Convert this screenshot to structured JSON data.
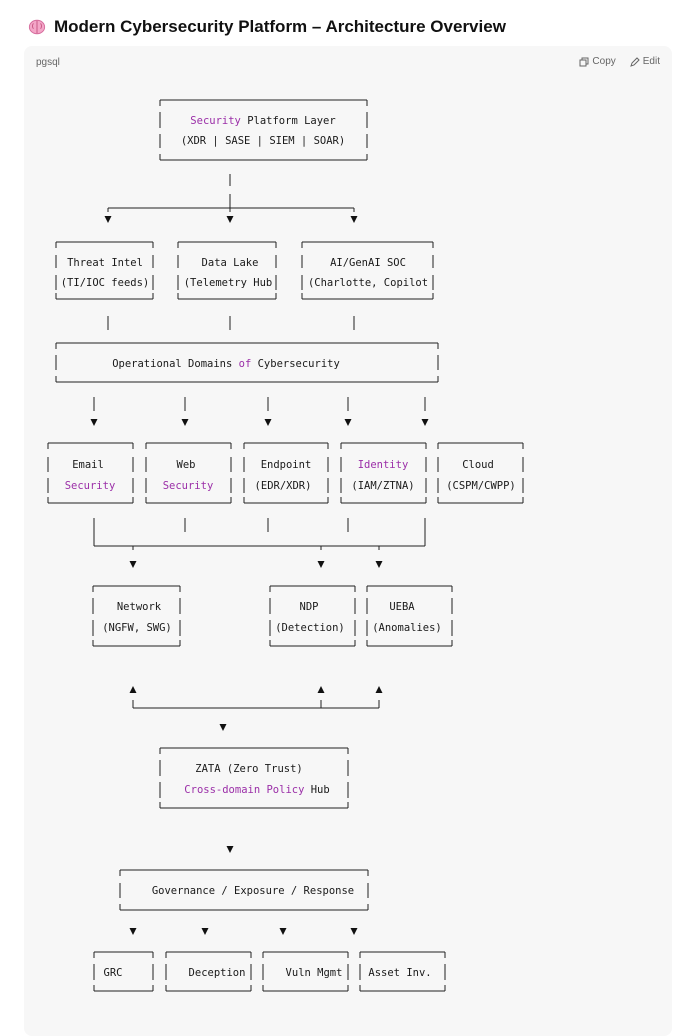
{
  "title": "Modern Cybersecurity Platform – Architecture Overview",
  "code_block": {
    "language": "pgsql",
    "copy_label": "Copy",
    "edit_label": "Edit"
  },
  "icons": {
    "title": "brain-icon",
    "copy": "copy-icon",
    "edit": "edit-icon"
  },
  "colors": {
    "keyword": "#9b2fa8",
    "text": "#1a1a1a",
    "code_background": "#f7f7f7"
  },
  "diagram": {
    "platform": {
      "line1_kw": "Security",
      "line1_rest": " Platform Layer",
      "line2": "(XDR | SASE | SIEM | SOAR)"
    },
    "pillars": [
      {
        "line1": "Threat Intel",
        "line2": "(TI/IOC feeds)"
      },
      {
        "line1": "Data Lake",
        "line2": "(Telemetry Hub"
      },
      {
        "line1": "AI/GenAI SOC",
        "line2": "(Charlotte, Copilot"
      }
    ],
    "operational": {
      "pre": "Operational Domains ",
      "kw": "of",
      "post": " Cybersecurity"
    },
    "domains": [
      {
        "line1": "Email",
        "line2": "Security",
        "line1_kw": false,
        "line2_kw": true
      },
      {
        "line1": "Web",
        "line2": "Security",
        "line1_kw": false,
        "line2_kw": true
      },
      {
        "line1": "Endpoint",
        "line2": "(EDR/XDR)",
        "line1_kw": false,
        "line2_kw": false
      },
      {
        "line1": "Identity",
        "line2": "(IAM/ZTNA)",
        "line1_kw": true,
        "line2_kw": false
      },
      {
        "line1": "Cloud",
        "line2": "(CSPM/CWPP)",
        "line1_kw": false,
        "line2_kw": false
      }
    ],
    "sub_domains": [
      {
        "line1": "Network",
        "line2": "(NGFW, SWG)"
      },
      {
        "line1": "NDP",
        "line2": "(Detection)"
      },
      {
        "line1": "UEBA",
        "line2": "(Anomalies)"
      }
    ],
    "zata": {
      "line1": "ZATA (Zero Trust)",
      "line2_kw": "Cross-domain Policy",
      "line2_rest": " Hub"
    },
    "governance": "Governance / Exposure / Response",
    "outcomes": [
      "GRC",
      "Deception",
      "Vuln Mgmt",
      "Asset Inv."
    ]
  }
}
